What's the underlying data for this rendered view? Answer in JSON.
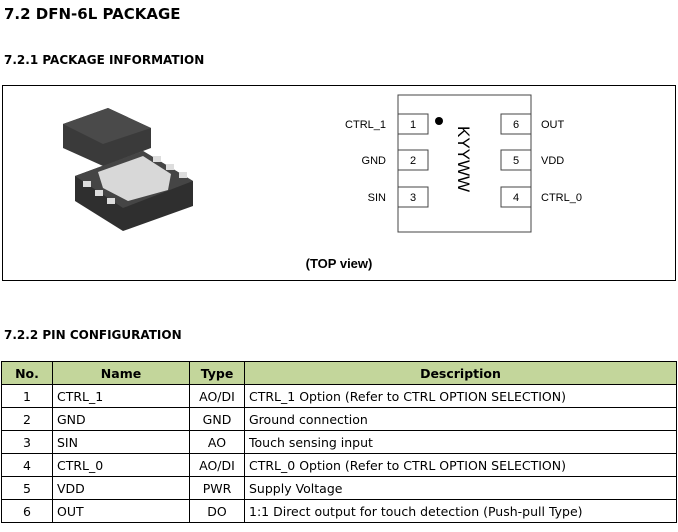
{
  "section_title": "7.2  DFN-6L PACKAGE",
  "package_info": {
    "heading": "7.2.1  PACKAGE INFORMATION",
    "marking": "KYYWW",
    "view_label": "(TOP view)",
    "pins_left": [
      {
        "name": "CTRL_1",
        "no": "1"
      },
      {
        "name": "GND",
        "no": "2"
      },
      {
        "name": "SIN",
        "no": "3"
      }
    ],
    "pins_right": [
      {
        "name": "OUT",
        "no": "6"
      },
      {
        "name": "VDD",
        "no": "5"
      },
      {
        "name": "CTRL_0",
        "no": "4"
      }
    ]
  },
  "pin_config": {
    "heading": "7.2.2  PIN CONFIGURATION",
    "header_color": "#c3d69b",
    "columns": [
      "No.",
      "Name",
      "Type",
      "Description"
    ],
    "rows": [
      [
        "1",
        "CTRL_1",
        "AO/DI",
        "CTRL_1 Option (Refer to CTRL OPTION SELECTION)"
      ],
      [
        "2",
        "GND",
        "GND",
        "Ground connection"
      ],
      [
        "3",
        "SIN",
        "AO",
        "Touch sensing input"
      ],
      [
        "4",
        "CTRL_0",
        "AO/DI",
        "CTRL_0 Option (Refer to CTRL OPTION SELECTION)"
      ],
      [
        "5",
        "VDD",
        "PWR",
        "Supply Voltage"
      ],
      [
        "6",
        "OUT",
        "DO",
        "1:1 Direct output for touch detection (Push-pull Type)"
      ]
    ]
  }
}
